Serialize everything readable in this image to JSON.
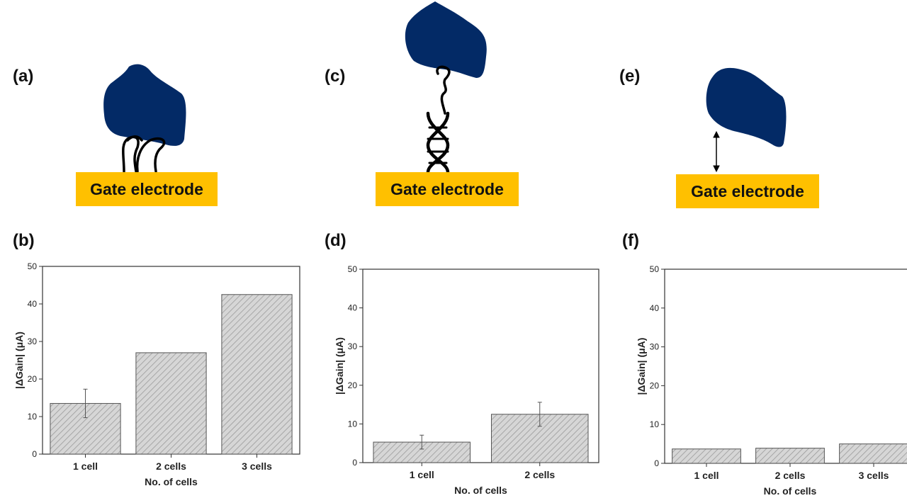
{
  "colors": {
    "cell": "#032a66",
    "electrode": "#ffc000",
    "bar_fill": "#d6d6d6",
    "bar_stroke": "#555555"
  },
  "panels": {
    "a": "(a)",
    "b": "(b)",
    "c": "(c)",
    "d": "(d)",
    "e": "(e)",
    "f": "(f)"
  },
  "diagrams": [
    {
      "electrode_label": "Gate electrode",
      "linker": "aptamer-pair-icon"
    },
    {
      "electrode_label": "Gate electrode",
      "linker": "dna-helix-icon"
    },
    {
      "electrode_label": "Gate electrode",
      "linker": "distance-arrow-icon"
    }
  ],
  "chart_data": [
    {
      "type": "bar",
      "categories": [
        "1 cell",
        "2 cells",
        "3 cells"
      ],
      "values": [
        13.5,
        27,
        42.5
      ],
      "errors": [
        3.8,
        null,
        null
      ],
      "xlabel": "No. of cells",
      "ylabel": "|ΔGain| (μA)",
      "ylim": [
        0,
        50
      ],
      "yticks": [
        0,
        10,
        20,
        30,
        40,
        50
      ]
    },
    {
      "type": "bar",
      "categories": [
        "1 cell",
        "2 cells"
      ],
      "values": [
        5.3,
        12.5
      ],
      "errors": [
        1.8,
        3.1
      ],
      "xlabel": "No. of cells",
      "ylabel": "|ΔGain| (μA)",
      "ylim": [
        0,
        50
      ],
      "yticks": [
        0,
        10,
        20,
        30,
        40,
        50
      ]
    },
    {
      "type": "bar",
      "categories": [
        "1 cell",
        "2 cells",
        "3 cells"
      ],
      "values": [
        3.7,
        3.9,
        5.0
      ],
      "errors": [
        null,
        null,
        null
      ],
      "xlabel": "No. of cells",
      "ylabel": "|ΔGain| (μA)",
      "ylim": [
        0,
        50
      ],
      "yticks": [
        0,
        10,
        20,
        30,
        40,
        50
      ]
    }
  ]
}
